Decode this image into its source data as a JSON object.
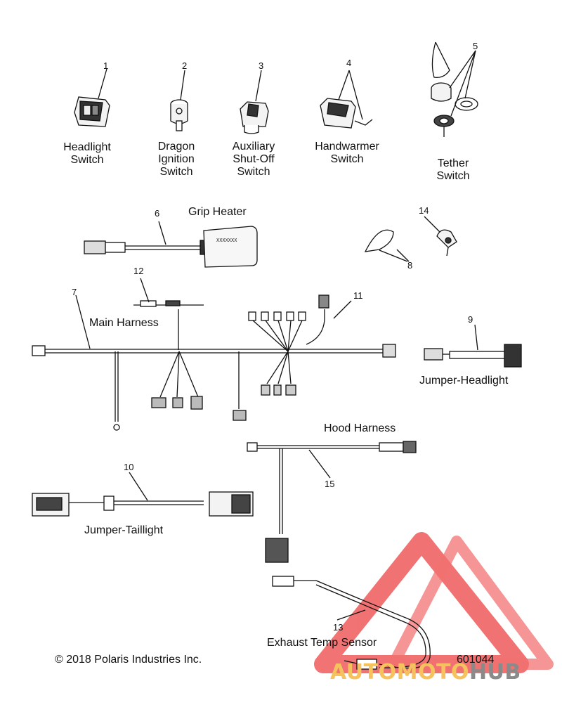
{
  "parts": [
    {
      "number": "1",
      "label": [
        "Headlight",
        "Switch"
      ]
    },
    {
      "number": "2",
      "label": [
        "Dragon",
        "Ignition",
        "Switch"
      ]
    },
    {
      "number": "3",
      "label": [
        "Auxiliary",
        "Shut-Off",
        "Switch"
      ]
    },
    {
      "number": "4",
      "label": [
        "Handwarmer",
        "Switch"
      ]
    },
    {
      "number": "5",
      "label": [
        "Tether",
        "Switch"
      ]
    },
    {
      "number": "6",
      "label": [
        "Grip Heater"
      ]
    },
    {
      "number": "7",
      "label": [
        "Main Harness"
      ]
    },
    {
      "number": "8",
      "label": []
    },
    {
      "number": "9",
      "label": [
        "Jumper-Headlight"
      ]
    },
    {
      "number": "10",
      "label": [
        "Jumper-Taillight"
      ]
    },
    {
      "number": "11",
      "label": []
    },
    {
      "number": "12",
      "label": []
    },
    {
      "number": "13",
      "label": [
        "Exhaust Temp Sensor"
      ]
    },
    {
      "number": "14",
      "label": []
    },
    {
      "number": "15",
      "label": [
        "Hood Harness"
      ]
    }
  ],
  "heater_marking": "XXXXXXX",
  "copyright": "© 2018 Polaris Industries Inc.",
  "diagram_id": "601044",
  "watermark": {
    "part1": "AUTOMOTO",
    "part2": "HUB"
  }
}
